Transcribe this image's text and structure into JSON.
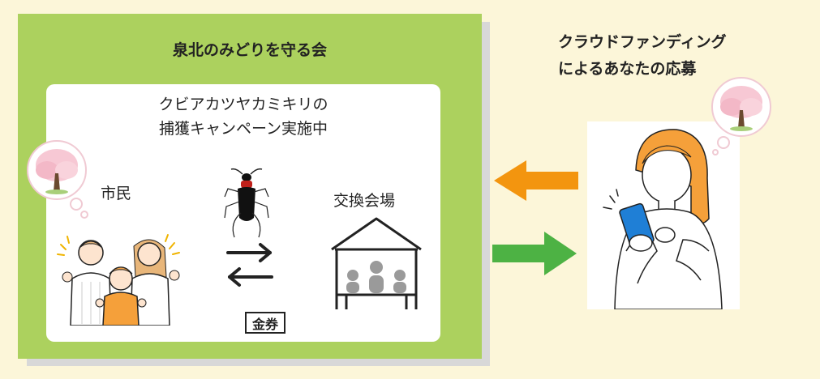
{
  "organization": {
    "name": "泉北のみどりを守る会"
  },
  "campaign": {
    "line1": "クビアカツヤカミキリの",
    "line2": "捕獲キャンペーン実施中"
  },
  "labels": {
    "citizens": "市民",
    "exchange_venue": "交換会場",
    "voucher": "金券"
  },
  "crowdfunding": {
    "line1": "クラウドファンディング",
    "line2": "によるあなたの応募"
  },
  "colors": {
    "background": "#fcf6d9",
    "panel_green": "#acd15e",
    "arrow_orange": "#f3950f",
    "arrow_green": "#4db244",
    "shirt_orange": "#f5a03a",
    "blossom_pink": "#f7c8d4"
  },
  "icons": [
    "cherry-tree-icon",
    "family-icon",
    "beetle-icon",
    "exchange-arrows-icon",
    "venue-icon",
    "woman-smartphone-icon"
  ]
}
